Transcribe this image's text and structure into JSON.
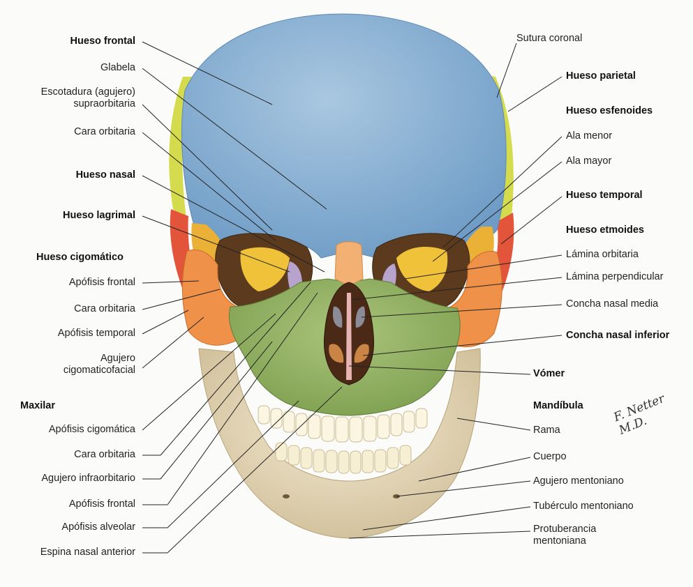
{
  "labels_left": {
    "hueso_frontal": "Hueso frontal",
    "glabela": "Glabela",
    "escotadura_1": "Escotadura (agujero)",
    "escotadura_2": "supraorbitaria",
    "cara_orbitaria_frontal": "Cara orbitaria",
    "hueso_nasal": "Hueso nasal",
    "hueso_lagrimal": "Hueso lagrimal",
    "hueso_cigomatico": "Hueso cigomático",
    "apofisis_frontal_cig": "Apófisis frontal",
    "cara_orbitaria_cig": "Cara orbitaria",
    "apofisis_temporal": "Apófisis temporal",
    "agujero_cigomaticofacial_1": "Agujero",
    "agujero_cigomaticofacial_2": "cigomaticofacial",
    "maxilar": "Maxilar",
    "apofisis_cigomatica": "Apófisis cigomática",
    "cara_orbitaria_max": "Cara orbitaria",
    "agujero_infraorbitario": "Agujero infraorbitario",
    "apofisis_frontal_max": "Apófisis frontal",
    "apofisis_alveolar": "Apófisis alveolar",
    "espina_nasal_anterior": "Espina nasal anterior"
  },
  "labels_right": {
    "sutura_coronal": "Sutura coronal",
    "hueso_parietal": "Hueso parietal",
    "hueso_esfenoides": "Hueso esfenoides",
    "ala_menor": "Ala menor",
    "ala_mayor": "Ala mayor",
    "hueso_temporal": "Hueso temporal",
    "hueso_etmoides": "Hueso etmoides",
    "lamina_orbitaria": "Lámina orbitaria",
    "lamina_perpendicular": "Lámina perpendicular",
    "concha_nasal_media": "Concha nasal media",
    "concha_nasal_inferior": "Concha nasal inferior",
    "vomer": "Vómer",
    "mandibula": "Mandíbula",
    "rama": "Rama",
    "cuerpo": "Cuerpo",
    "agujero_mentoniano": "Agujero mentoniano",
    "tuberculo_mentoniano": "Tubérculo mentoniano",
    "protuberancia_1": "Protuberancia",
    "protuberancia_2": "mentoniana"
  },
  "signature": "F. Netter M.D.",
  "colors": {
    "frontal": "#8fb5d6",
    "parietal": "#d8df5a",
    "sphenoid": "#f2b02a",
    "temporal": "#e8553a",
    "zygomatic": "#f09a4c",
    "maxilla": "#93b362",
    "mandible": "#e8dcc0",
    "ethmoid": "#b9a8c9",
    "nasal": "#f4b57a",
    "teeth": "#fbf6e6"
  }
}
